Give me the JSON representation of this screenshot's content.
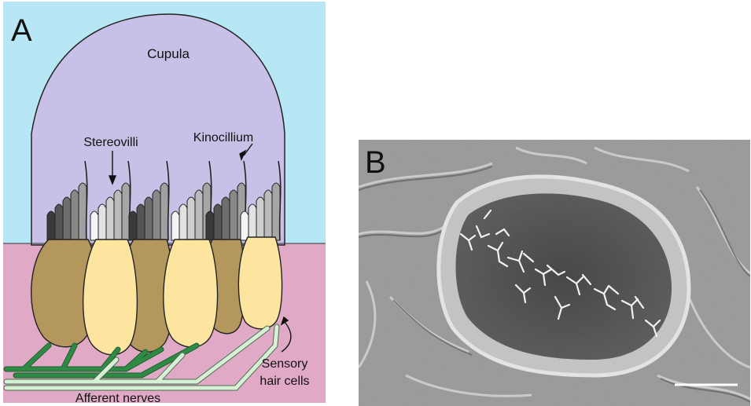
{
  "panel_a": {
    "letter": "A",
    "labels": {
      "cupula": "Cupula",
      "stereovilli": "Stereovilli",
      "kinocillium": "Kinocillium",
      "sensory_line1": "Sensory",
      "sensory_line2": "hair cells",
      "afferent": "Afferent nerves"
    }
  },
  "panel_b": {
    "letter": "B"
  },
  "colors": {
    "sky": "#b7e7f5",
    "cupula": "#c8c0e6",
    "tissue": "#e0a9c5",
    "cell_dark": "#b4975d",
    "cell_light": "#fde59f",
    "nerve_dark": "#2f8a45",
    "nerve_light": "#d6f0d5"
  }
}
